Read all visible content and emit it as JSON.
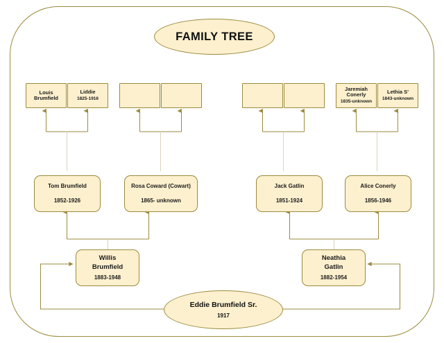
{
  "diagram": {
    "title": "FAMILY TREE",
    "colors": {
      "node_fill": "#fdf0ce",
      "node_border": "#9a8a3c",
      "connector": "#9a8a3c",
      "connector_light": "#d8d2bd",
      "background": "#ffffff",
      "text": "#1b1b1b"
    }
  },
  "title_node": {
    "label": "FAMILY TREE"
  },
  "generation1": [
    {
      "id": "g1-louis",
      "name": "Louis Brumfield",
      "name_line1": "Louis",
      "name_line2": "Brumfield",
      "years": ""
    },
    {
      "id": "g1-liddie",
      "name": "Liddie",
      "name_line1": "Liddie",
      "name_line2": "",
      "years": "1825-1916"
    },
    {
      "id": "g1-blank-1",
      "name": "",
      "name_line1": "",
      "name_line2": "",
      "years": ""
    },
    {
      "id": "g1-blank-2",
      "name": "",
      "name_line1": "",
      "name_line2": "",
      "years": ""
    },
    {
      "id": "g1-blank-3",
      "name": "",
      "name_line1": "",
      "name_line2": "",
      "years": ""
    },
    {
      "id": "g1-blank-4",
      "name": "",
      "name_line1": "",
      "name_line2": "",
      "years": ""
    },
    {
      "id": "g1-jaremiah",
      "name": "Jaremiah Conerly",
      "name_line1": "Jaremiah",
      "name_line2": "Conerly",
      "years": "1835-unknown"
    },
    {
      "id": "g1-lethia",
      "name": "Lethia S'",
      "name_line1": "Lethia S'",
      "name_line2": "",
      "years": "1843-unknown"
    }
  ],
  "generation2": [
    {
      "id": "g2-tom",
      "name": "Tom Brumfield",
      "years": "1852-1926"
    },
    {
      "id": "g2-rosa",
      "name": "Rosa Coward (Cowart)",
      "years": "1865- unknown"
    },
    {
      "id": "g2-jack",
      "name": "Jack  Gatlin",
      "years": "1851-1924"
    },
    {
      "id": "g2-alice",
      "name": "Alice Conerly",
      "years": "1856-1946"
    }
  ],
  "generation3": [
    {
      "id": "g3-willis",
      "name": "Willis Brumfield",
      "name_line1": "Willis",
      "name_line2": "Brumfield",
      "years": "1883-1948"
    },
    {
      "id": "g3-neathia",
      "name": "Neathia Gatlin",
      "name_line1": "Neathia",
      "name_line2": "Gatlin",
      "years": "1882-1954"
    }
  ],
  "generation4": {
    "id": "g4-eddie",
    "name": "Eddie Brumfield Sr.",
    "years": "1917"
  }
}
